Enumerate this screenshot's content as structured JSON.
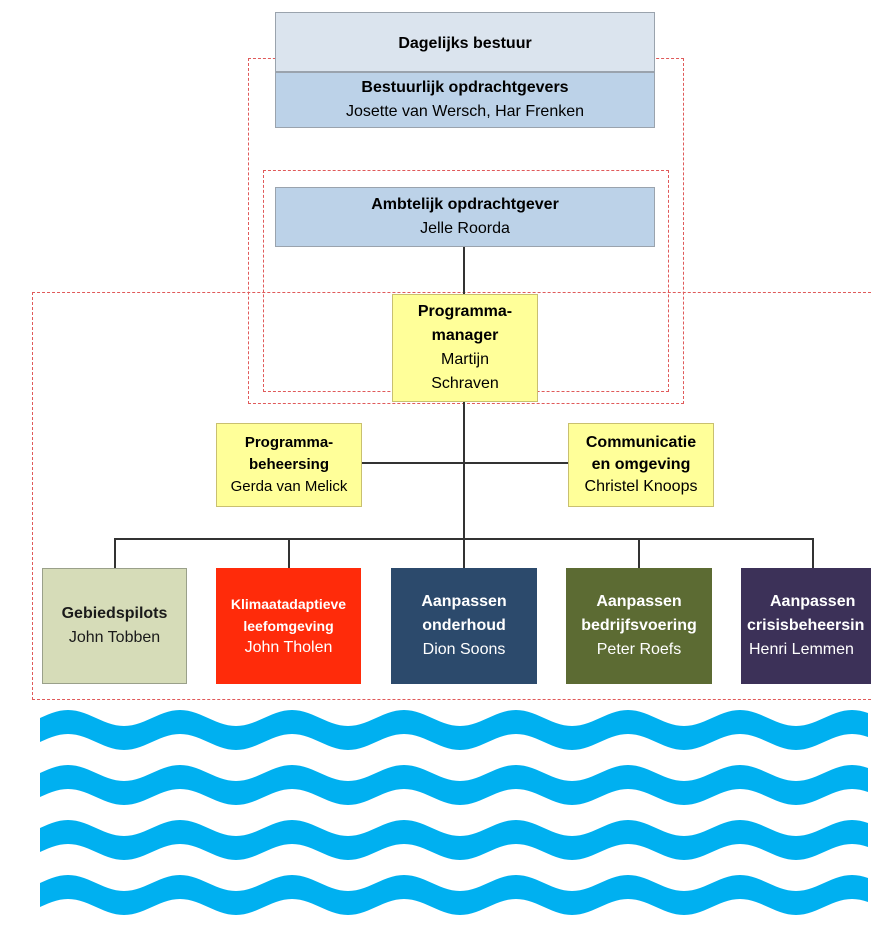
{
  "top": {
    "daily_board": "Dagelijks bestuur",
    "admin_clients_title": "Bestuurlijk opdrachtgevers",
    "admin_clients_names": "Josette van Wersch, Har Frenken"
  },
  "official_client": {
    "title": "Ambtelijk opdrachtgever",
    "name": "Jelle Roorda"
  },
  "program_manager": {
    "title_line1": "Programma-",
    "title_line2": "manager",
    "name_line1": "Martijn",
    "name_line2": "Schraven"
  },
  "program_control": {
    "title_line1": "Programma-",
    "title_line2": "beheersing",
    "name": "Gerda van Melick"
  },
  "communication": {
    "title_line1": "Communicatie",
    "title_line2": "en omgeving",
    "name": "Christel Knoops"
  },
  "teams": [
    {
      "title_line1": "Gebiedspilots",
      "title_line2": "",
      "name": "John Tobben",
      "color": "#d6dcb8",
      "text_color": "#1a1a1a"
    },
    {
      "title_line1": "Klimaatadaptieve",
      "title_line2": "leefomgeving",
      "name": "John Tholen",
      "color": "#ff2b0a",
      "text_color": "#ffffff"
    },
    {
      "title_line1": "Aanpassen",
      "title_line2": "onderhoud",
      "name": "Dion Soons",
      "color": "#2c4a6c",
      "text_color": "#ffffff"
    },
    {
      "title_line1": "Aanpassen",
      "title_line2": "bedrijfsvoering",
      "name": "Peter Roefs",
      "color": "#5c6b33",
      "text_color": "#ffffff"
    },
    {
      "title_line1": "Aanpassen",
      "title_line2": "crisisbeheersin",
      "name": "Henri Lemmen",
      "color": "#3c3158",
      "text_color": "#ffffff"
    }
  ],
  "colors": {
    "wave": "#00b0f0",
    "dashed_border": "#e05a5a"
  }
}
